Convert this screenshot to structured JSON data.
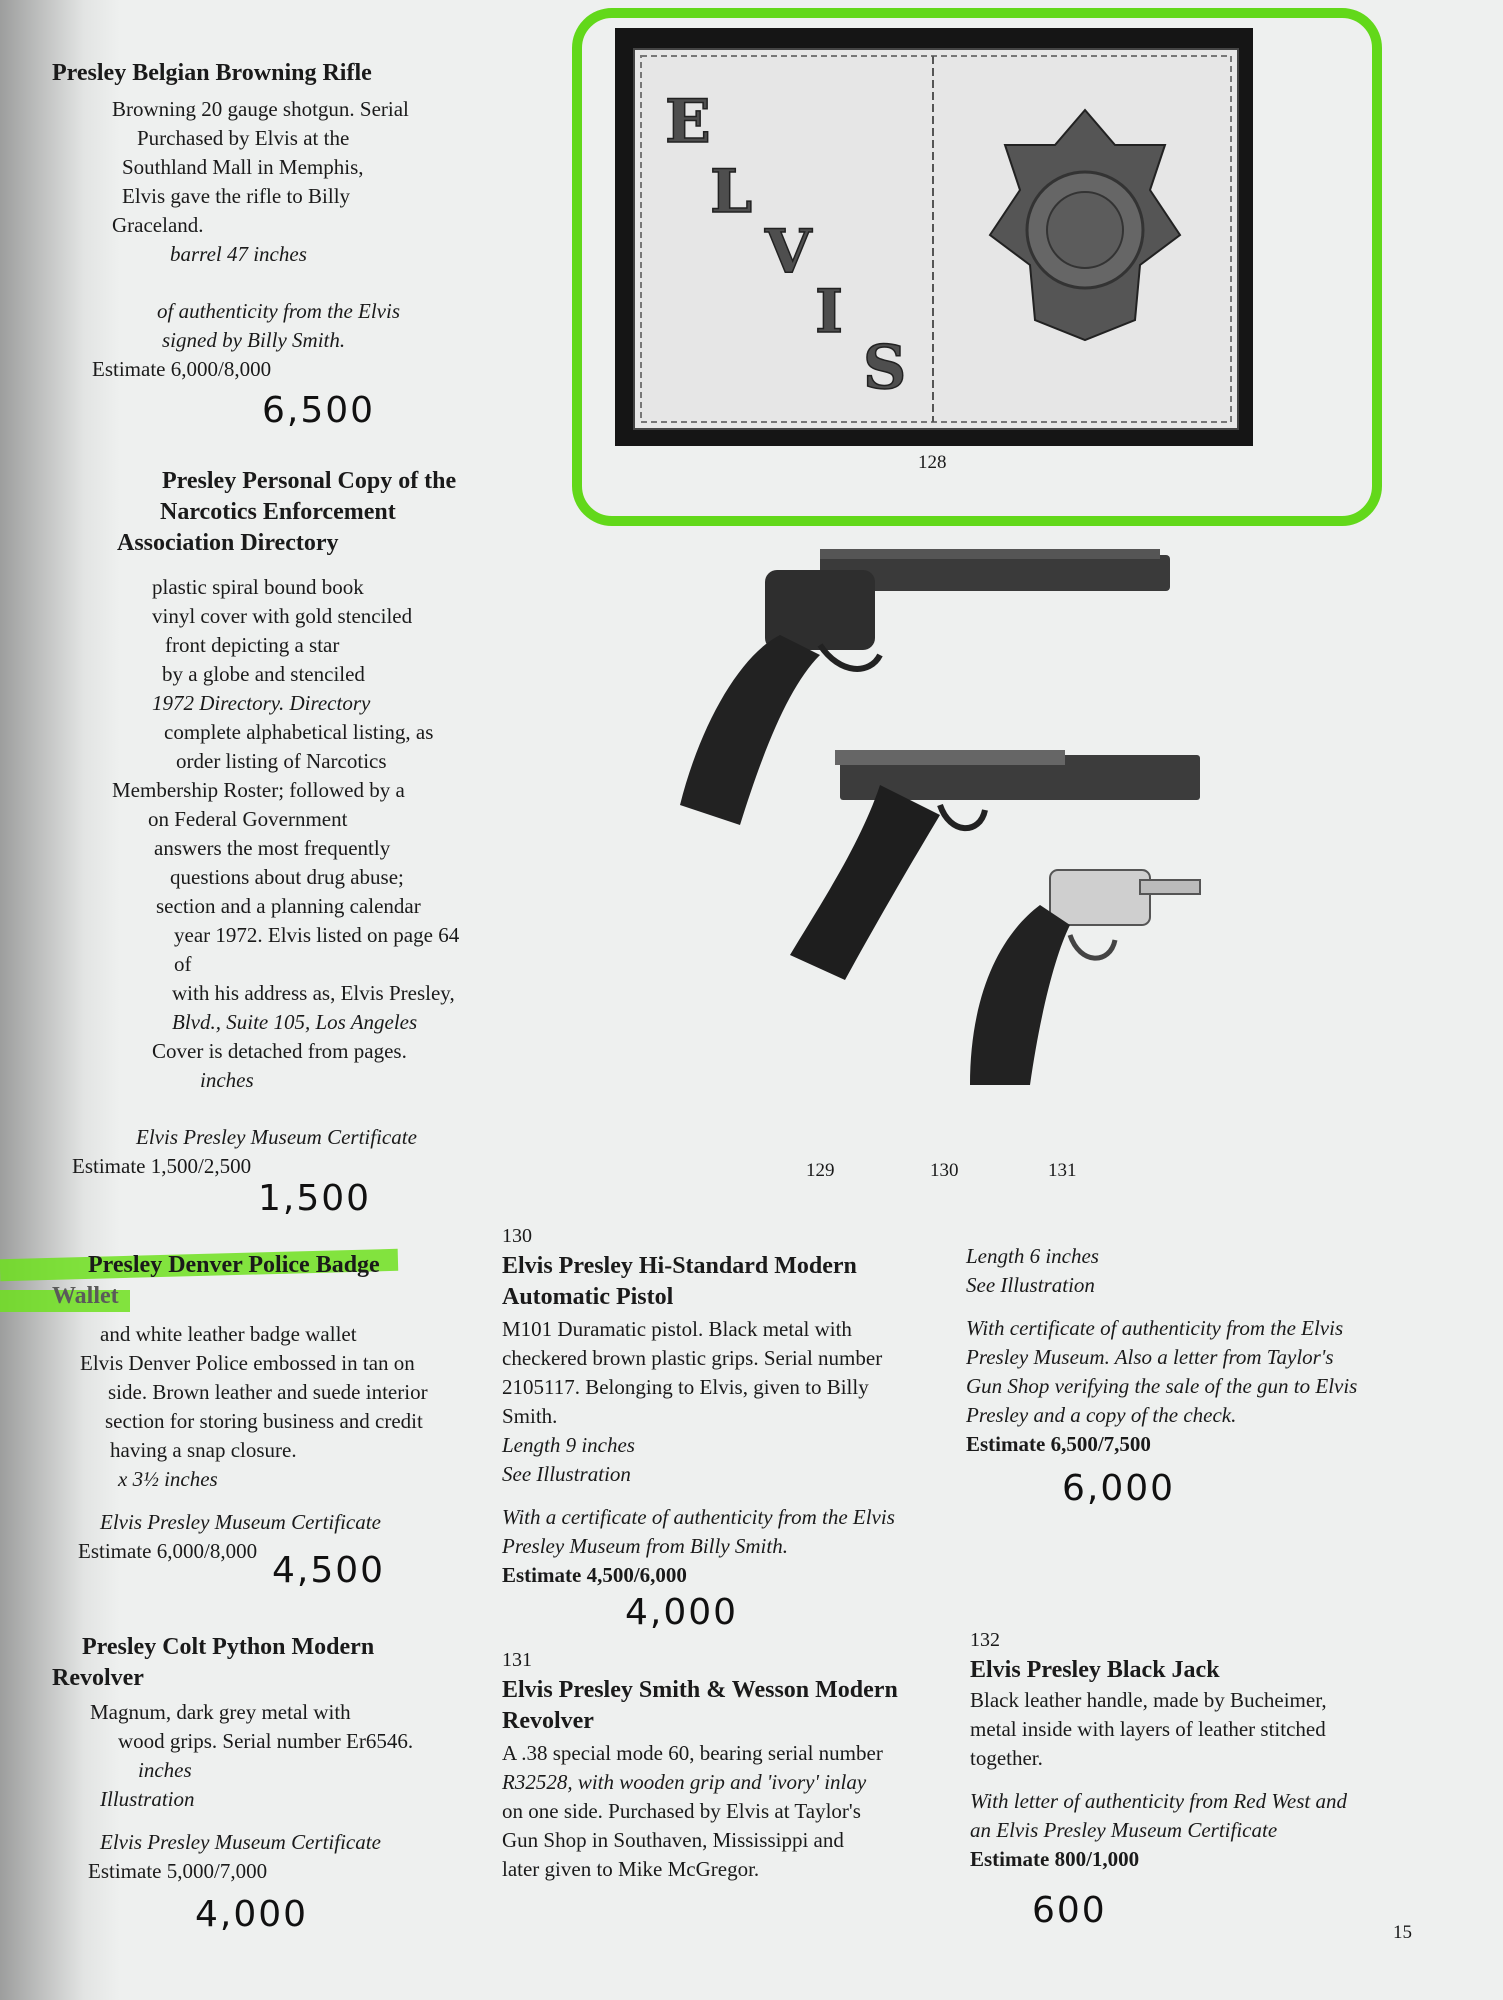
{
  "lot127": {
    "title": "Presley Belgian Browning Rifle",
    "lines": [
      "Browning 20 gauge shotgun. Serial",
      "Purchased by Elvis at the",
      "Southland Mall in Memphis,",
      "Elvis gave the rifle to Billy",
      "Graceland."
    ],
    "length": "barrel 47 inches",
    "cert1": "of authenticity from the Elvis",
    "cert2": "signed by Billy Smith.",
    "estimate": "Estimate 6,000/8,000",
    "hand": "6,500"
  },
  "photo128": {
    "letters": [
      "E",
      "L",
      "V",
      "I",
      "S"
    ],
    "caption": "128"
  },
  "lot128": {
    "title1": "Presley Personal Copy of the",
    "title2": "Narcotics Enforcement",
    "title3": "Association Directory",
    "lines": [
      "plastic spiral bound book",
      "vinyl cover with gold stenciled",
      "front depicting a star",
      "by a globe and stenciled",
      "1972 Directory. Directory",
      "complete alphabetical listing, as",
      "order listing of Narcotics",
      "Membership Roster; followed by a",
      "on Federal Government",
      "answers the most frequently",
      "questions about drug abuse;",
      "section and a planning calendar",
      "year 1972. Elvis listed on page 64 of",
      "with his address as, Elvis Presley,",
      "Blvd., Suite 105, Los Angeles",
      "Cover is detached from pages."
    ],
    "size": "inches",
    "cert": "Elvis Presley Museum Certificate",
    "estimate": "Estimate 1,500/2,500",
    "hand": "1,500"
  },
  "gun_captions": [
    "129",
    "130",
    "131"
  ],
  "lot129": {
    "title1": "Presley Denver Police Badge",
    "title2": "Wallet",
    "lines": [
      "and white leather badge wallet",
      "Elvis Denver Police embossed in tan on",
      "side. Brown leather and suede interior",
      "section for storing business and credit",
      "having a snap closure."
    ],
    "size": "x 3½ inches",
    "cert": "Elvis Presley Museum Certificate",
    "estimate": "Estimate 6,000/8,000",
    "hand": "4,500"
  },
  "lot129b": {
    "title1": "Presley Colt Python Modern",
    "title2": "Revolver",
    "lines": [
      "Magnum, dark grey metal with",
      "wood grips. Serial number Er6546."
    ],
    "length": "inches",
    "ill": "Illustration",
    "cert": "Elvis Presley Museum Certificate",
    "estimate": "Estimate 5,000/7,000",
    "hand": "4,000"
  },
  "lot130": {
    "num": "130",
    "title1": "Elvis Presley Hi-Standard Modern",
    "title2": "Automatic Pistol",
    "lines": [
      "M101 Duramatic pistol. Black metal with",
      "checkered brown plastic grips. Serial number",
      "2105117. Belonging to Elvis, given to Billy",
      "Smith."
    ],
    "length": "Length 9 inches",
    "ill": "See Illustration",
    "cert1": "With a certificate of authenticity from the Elvis",
    "cert2": "Presley Museum from Billy Smith.",
    "estimate": "Estimate 4,500/6,000",
    "hand": "4,000"
  },
  "lot130b": {
    "length": "Length 6 inches",
    "ill": "See Illustration",
    "cert": [
      "With certificate of authenticity from the Elvis",
      "Presley Museum. Also a letter from Taylor's",
      "Gun Shop verifying the sale of the gun to Elvis",
      "Presley and a copy of the check."
    ],
    "estimate": "Estimate 6,500/7,500",
    "hand": "6,000"
  },
  "lot131": {
    "num": "131",
    "title1": "Elvis Presley Smith & Wesson Modern",
    "title2": "Revolver",
    "lines": [
      "A .38 special mode 60, bearing serial number",
      "R32528, with wooden grip and 'ivory' inlay",
      "on one side. Purchased by Elvis at Taylor's",
      "Gun Shop in Southaven, Mississippi and",
      "later given to Mike McGregor."
    ]
  },
  "lot132": {
    "num": "132",
    "title": "Elvis Presley Black Jack",
    "lines": [
      "Black leather handle, made by Bucheimer,",
      "metal inside with layers of leather stitched",
      "together."
    ],
    "cert1": "With letter of authenticity from Red West and",
    "cert2": "an Elvis Presley Museum Certificate",
    "estimate": "Estimate 800/1,000",
    "hand": "600"
  },
  "folio": "15",
  "colors": {
    "highlight": "#62d81a",
    "paper": "#eef0ef",
    "ink": "#1a1a1a"
  }
}
